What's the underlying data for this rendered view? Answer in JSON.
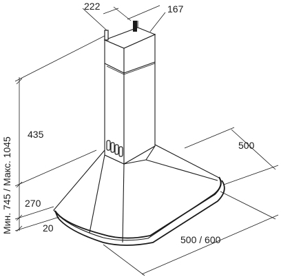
{
  "diagram": {
    "dimensions": {
      "chimney_top_width": "222",
      "chimney_top_depth": "167",
      "height_range": "Мин. 745 / Макс. 1045",
      "chimney_height": "435",
      "canopy_height": "270",
      "rim_height": "20",
      "depth": "500",
      "width": "500 / 600"
    }
  }
}
